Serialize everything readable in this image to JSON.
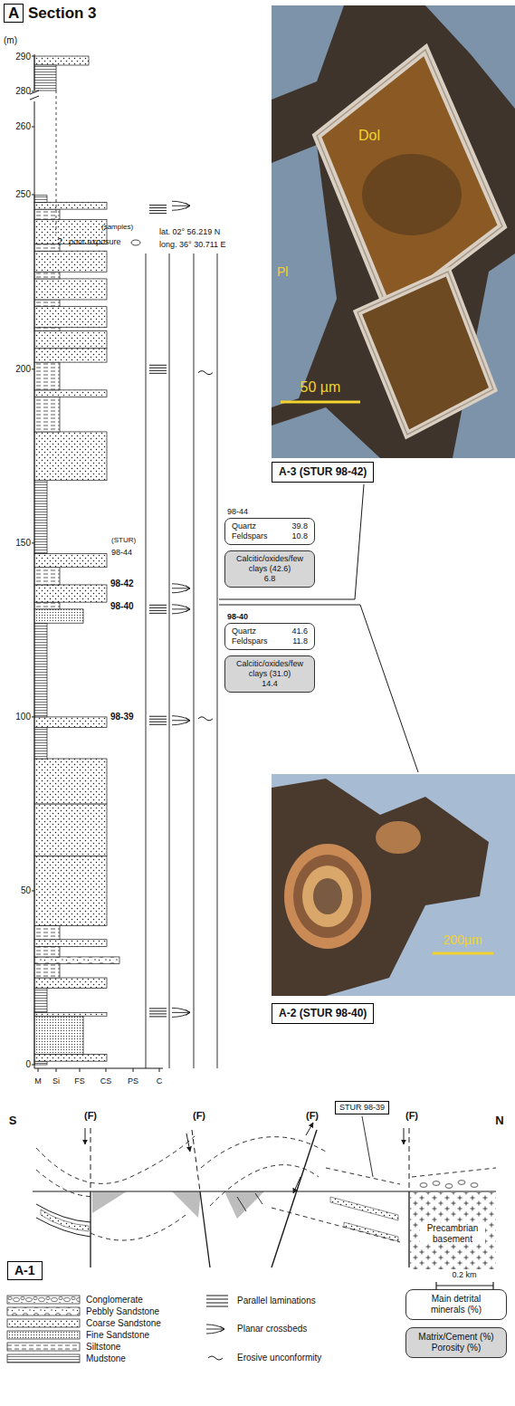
{
  "diagram": {
    "title": "Section 3",
    "nodes": [
      {
        "text": [
          "A"
        ]
      },
      {
        "text": [
          "98-44",
          "Quartz",
          "39.8",
          "Feldspars",
          "10.8"
        ]
      },
      {
        "text": [
          "Calcitic/oxides/few clays (42.6)",
          "6.8"
        ]
      },
      {
        "text": [
          "98-40",
          "Quartz",
          "41.6",
          "Feldspars",
          "11.8"
        ]
      },
      {
        "text": [
          "Calcitic/oxides/few clays (31.0)",
          "14.4"
        ]
      },
      {
        "text": [
          "A-3 (STUR 98-42)"
        ]
      },
      {
        "text": [
          "A-2 (STUR 98-40)"
        ]
      },
      {
        "text": [
          "STUR 98-39"
        ]
      },
      {
        "text": [
          "A-1"
        ]
      }
    ],
    "labels": [
      "(m)",
      "290",
      "280",
      "260",
      "250",
      "200",
      "150",
      "100",
      "50",
      "0",
      "(samples)",
      "?",
      "poor exposure",
      "lat. 02° 56.219 N",
      "long. 36° 30.711 E",
      "(STUR)",
      "98-44",
      "98-42",
      "98-40",
      "98-39",
      "M",
      "Si",
      "FS",
      "CS",
      "PS",
      "C",
      "Dol",
      "Pl",
      "50 µm",
      "200µm",
      "S",
      "(F)",
      "(F)",
      "(F)",
      "(F)",
      "N",
      "Precambrian basement",
      "0.2 km"
    ],
    "legend": [
      {
        "text": "Conglomerate"
      },
      {
        "text": "Pebbly Sandstone"
      },
      {
        "text": "Coarse Sandstone"
      },
      {
        "text": "Fine Sandstone"
      },
      {
        "text": "Siltstone"
      },
      {
        "text": "Mudstone"
      },
      {
        "text": "Parallel laminations"
      },
      {
        "text": "Planar crossbeds"
      },
      {
        "text": "Erosive unconformity"
      },
      {
        "text": "Main detrital minerals (%)"
      },
      {
        "text": "Matrix/Cement (%) Porosity (%)",
        "color": "#d6d6d6"
      }
    ]
  }
}
